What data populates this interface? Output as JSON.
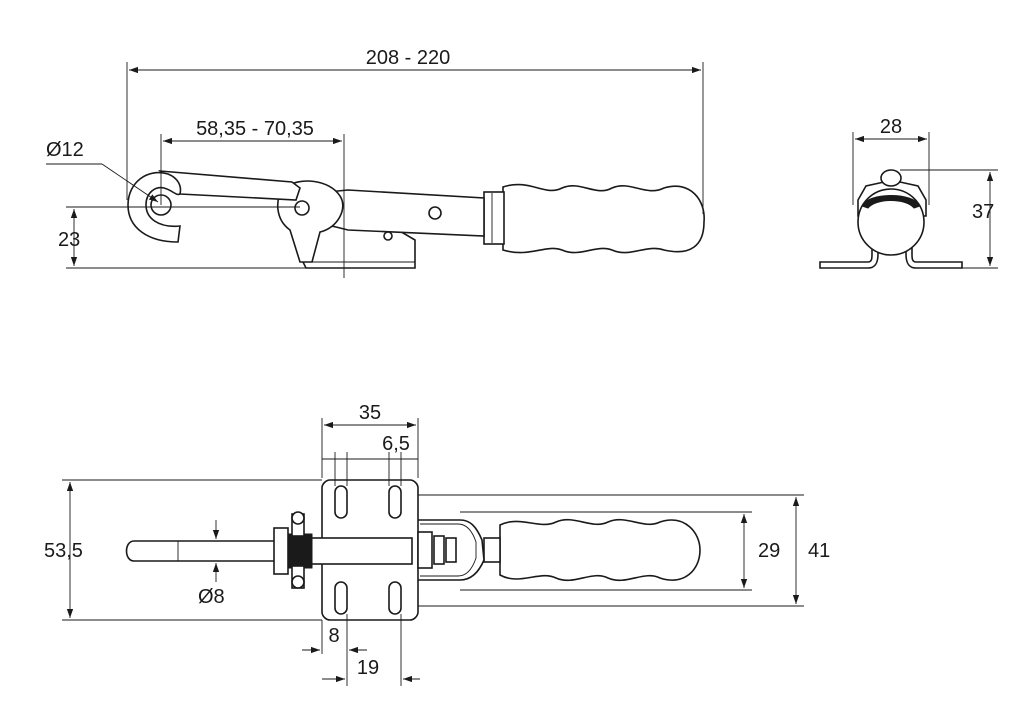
{
  "drawing": {
    "dimensions": {
      "overall_length": "208 - 220",
      "hook_reach": "58,35 - 70,35",
      "hook_diameter": "Ø12",
      "height_side": "23",
      "end_width": "28",
      "end_height": "37",
      "base_length": "35",
      "slot_offset": "6,5",
      "total_width": "53,5",
      "rod_diameter": "Ø8",
      "slot_width": "8",
      "slot_spacing": "19",
      "handle_width": "29",
      "base_width": "41"
    }
  }
}
